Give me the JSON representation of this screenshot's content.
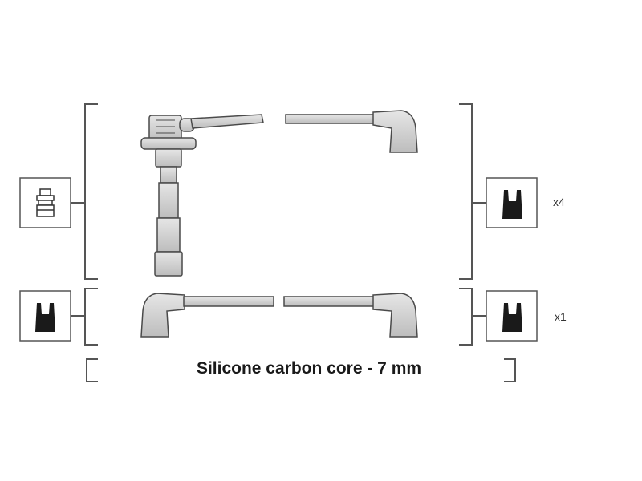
{
  "quantities": {
    "top_set": "x4",
    "bottom_set": "x1"
  },
  "caption": "Silicone carbon core - 7 mm",
  "colors": {
    "cable_fill": "#cfcfcf",
    "stroke": "#4a4a4a",
    "terminal_fill": "#1a1a1a",
    "box_border": "#555555"
  },
  "icons": {
    "left_top": "spark-plug-terminal-icon",
    "left_bottom": "boot-terminal-icon",
    "right_top": "boot-terminal-icon",
    "right_bottom": "boot-terminal-icon"
  }
}
